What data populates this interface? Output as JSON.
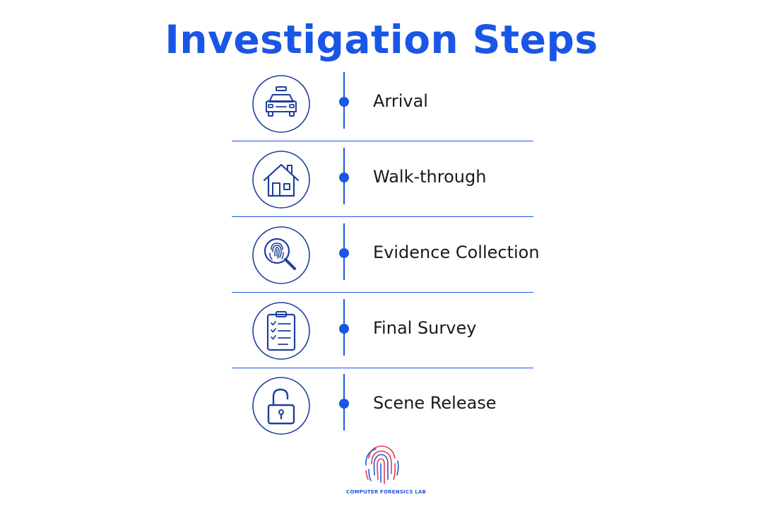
{
  "title": "Investigation Steps",
  "colors": {
    "accent": "#1a56e6",
    "icon_stroke": "#1f3f9e",
    "text": "#1a1a1a",
    "logo_red": "#e8394d",
    "logo_blue": "#2456d8"
  },
  "steps": [
    {
      "label": "Arrival",
      "icon": "police-car-icon"
    },
    {
      "label": "Walk-through",
      "icon": "house-icon"
    },
    {
      "label": "Evidence Collection",
      "icon": "fingerprint-magnifier-icon"
    },
    {
      "label": "Final Survey",
      "icon": "clipboard-checklist-icon"
    },
    {
      "label": "Scene Release",
      "icon": "unlocked-padlock-icon"
    }
  ],
  "logo": {
    "text": "COMPUTER FORENSICS LAB",
    "icon": "fingerprint-logo-icon"
  }
}
